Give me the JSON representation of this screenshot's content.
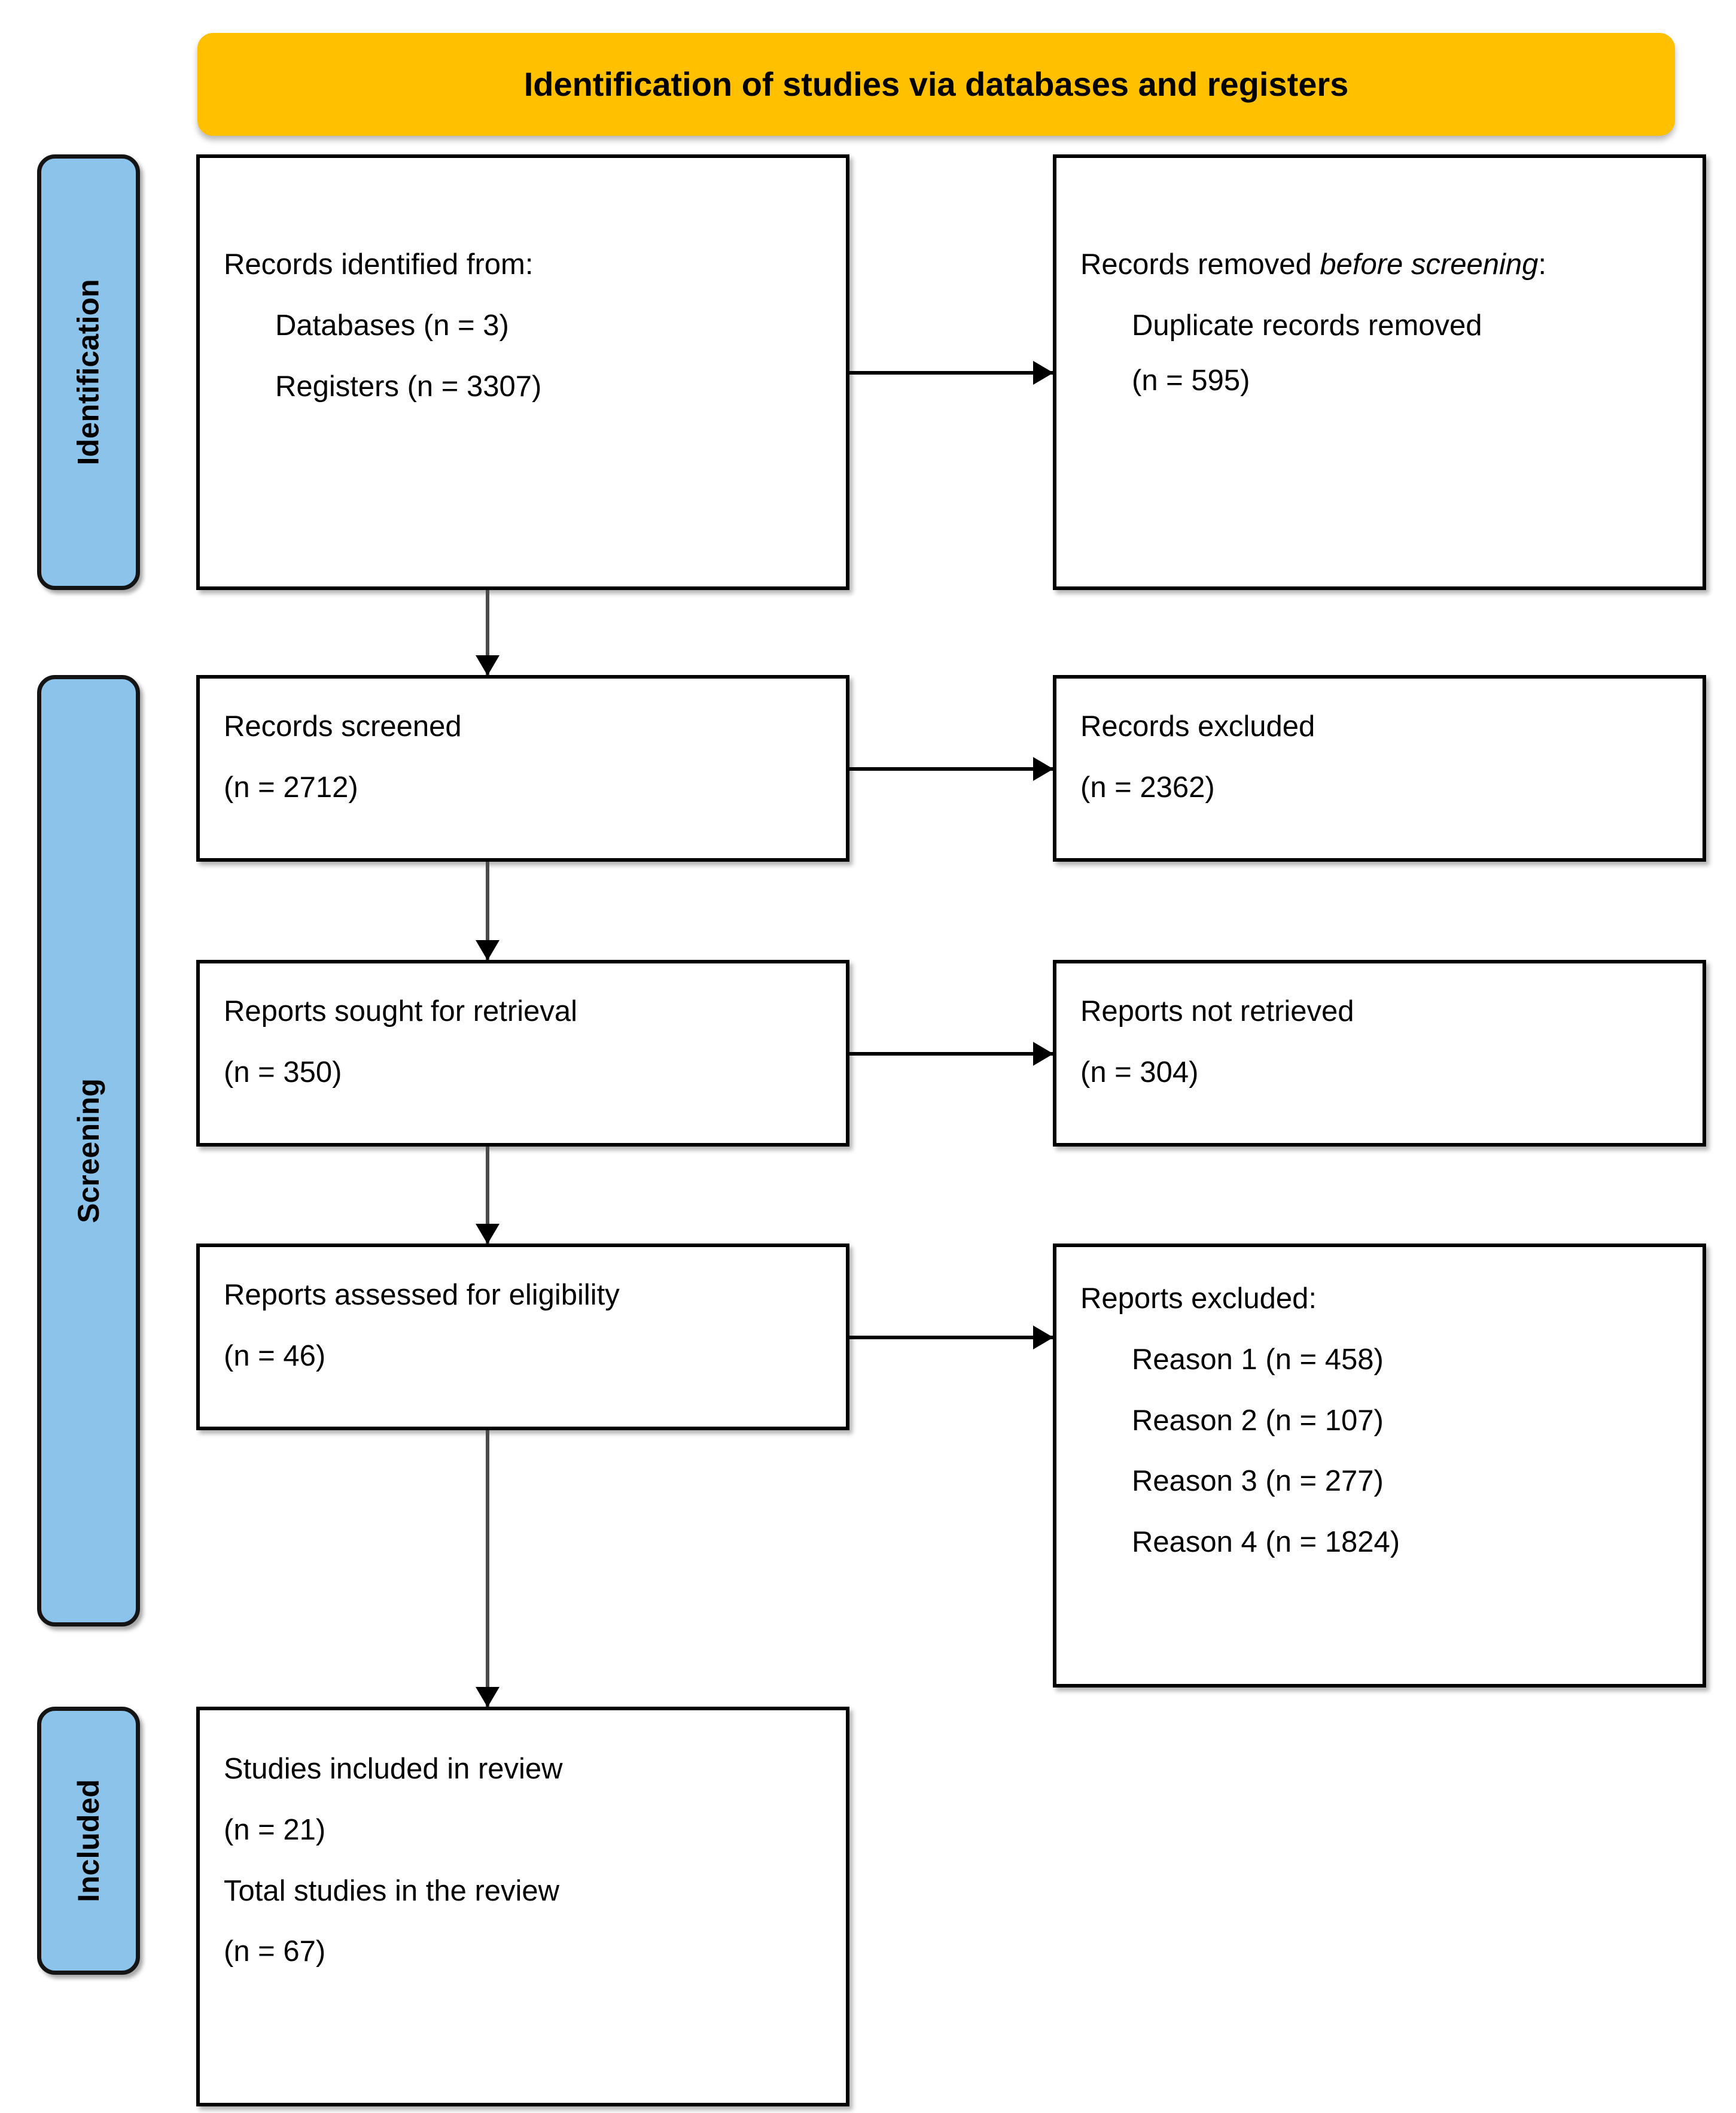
{
  "banner": {
    "title": "Identification of studies via databases and registers"
  },
  "stages": [
    {
      "key": "identification",
      "label": "Identification"
    },
    {
      "key": "screening",
      "label": "Screening"
    },
    {
      "key": "included",
      "label": "Included"
    }
  ],
  "boxes": {
    "identified": {
      "line1": "Records identified from:",
      "line2": "Databases (n = 3)",
      "line3": "Registers (n = 3307)"
    },
    "removed": {
      "line1_prefix": "Records removed ",
      "line1_italic": "before screening",
      "line1_suffix": ":",
      "line2": "Duplicate records removed",
      "line3": "(n = 595)"
    },
    "screened": {
      "line1": "Records screened",
      "line2": "(n = 2712)"
    },
    "excluded": {
      "line1": "Records excluded",
      "line2": "(n = 2362)"
    },
    "sought": {
      "line1": "Reports sought for retrieval",
      "line2": "(n = 350)"
    },
    "not_retrieved": {
      "line1": "Reports not retrieved",
      "line2": "(n = 304)"
    },
    "assessed": {
      "line1": "Reports assessed for eligibility",
      "line2": "(n = 46)"
    },
    "reports_excluded": {
      "line1": "Reports excluded:",
      "reason1": "Reason 1 (n = 458)",
      "reason2": "Reason 2 (n = 107)",
      "reason3": "Reason 3 (n = 277)",
      "reason4": "Reason 4 (n = 1824)"
    },
    "included": {
      "line1": "Studies included in review",
      "line2": "(n = 21)",
      "line3": "Total studies in the review",
      "line4": "(n = 67)"
    }
  },
  "chart_data": {
    "type": "table",
    "title": "Identification of studies via databases and registers",
    "stages": [
      "Identification",
      "Screening",
      "Included"
    ],
    "nodes": [
      {
        "id": "identified",
        "stage": "Identification",
        "label": "Records identified from: Databases / Registers",
        "databases": 3,
        "registers": 3307
      },
      {
        "id": "removed",
        "stage": "Identification",
        "label": "Records removed before screening: Duplicate records removed",
        "n": 595
      },
      {
        "id": "screened",
        "stage": "Screening",
        "label": "Records screened",
        "n": 2712
      },
      {
        "id": "excluded",
        "stage": "Screening",
        "label": "Records excluded",
        "n": 2362
      },
      {
        "id": "sought",
        "stage": "Screening",
        "label": "Reports sought for retrieval",
        "n": 350
      },
      {
        "id": "not_retrieved",
        "stage": "Screening",
        "label": "Reports not retrieved",
        "n": 304
      },
      {
        "id": "assessed",
        "stage": "Screening",
        "label": "Reports assessed for eligibility",
        "n": 46
      },
      {
        "id": "reports_excluded",
        "stage": "Screening",
        "label": "Reports excluded",
        "reasons": [
          {
            "name": "Reason 1",
            "n": 458
          },
          {
            "name": "Reason 2",
            "n": 107
          },
          {
            "name": "Reason 3",
            "n": 277
          },
          {
            "name": "Reason 4",
            "n": 1824
          }
        ]
      },
      {
        "id": "included",
        "stage": "Included",
        "label": "Studies included in review / Total studies in the review",
        "studies_included": 21,
        "total_studies": 67
      }
    ],
    "edges": [
      {
        "from": "identified",
        "to": "removed",
        "direction": "right"
      },
      {
        "from": "identified",
        "to": "screened",
        "direction": "down"
      },
      {
        "from": "screened",
        "to": "excluded",
        "direction": "right"
      },
      {
        "from": "screened",
        "to": "sought",
        "direction": "down"
      },
      {
        "from": "sought",
        "to": "not_retrieved",
        "direction": "right"
      },
      {
        "from": "sought",
        "to": "assessed",
        "direction": "down"
      },
      {
        "from": "assessed",
        "to": "reports_excluded",
        "direction": "right"
      },
      {
        "from": "assessed",
        "to": "included",
        "direction": "down"
      }
    ],
    "colors": {
      "banner": "#FFC000",
      "stage_bar": "#8CC3EB",
      "box_border": "#000000",
      "box_fill": "#FFFFFF"
    }
  }
}
